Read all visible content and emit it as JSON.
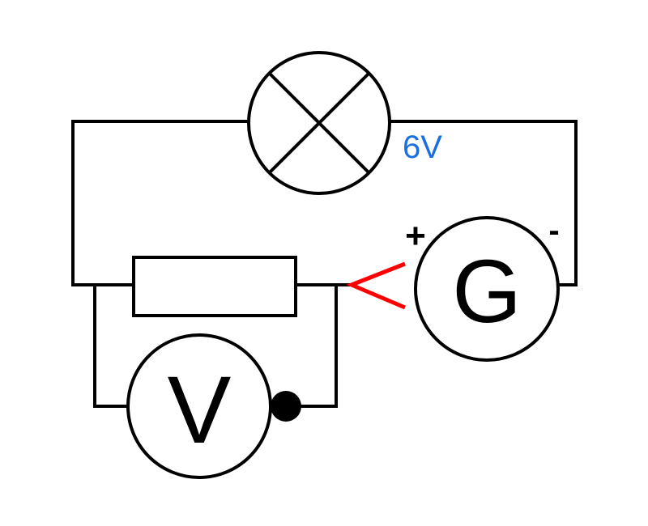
{
  "lamp": {
    "rating": "6V"
  },
  "galvanometer": {
    "symbol": "G",
    "plus_label": "+",
    "minus_label": "-"
  },
  "voltmeter": {
    "symbol": "V"
  },
  "colors": {
    "rating_text": "#1a6fe0",
    "pointer": "#ff0000",
    "wire": "#000000"
  }
}
